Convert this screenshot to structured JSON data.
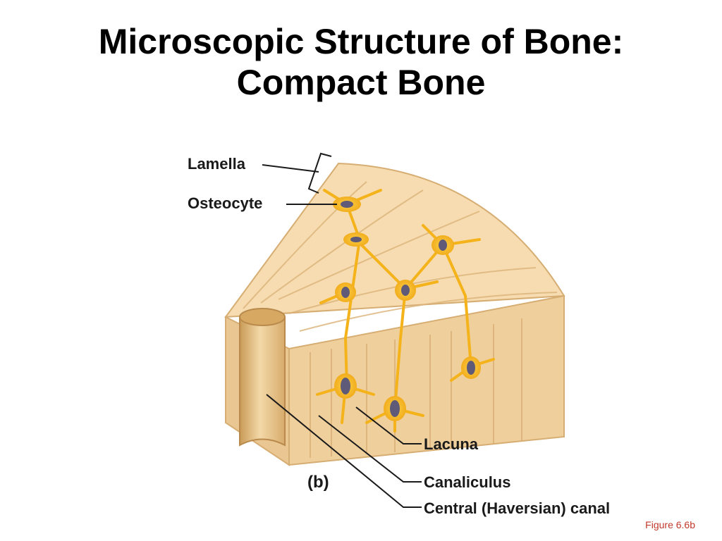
{
  "title": {
    "line1": "Microscopic Structure of Bone:",
    "line2": "Compact Bone"
  },
  "panel_label": "(b)",
  "labels": {
    "lamella": "Lamella",
    "osteocyte": "Osteocyte",
    "lacuna": "Lacuna",
    "canaliculus": "Canaliculus",
    "central_canal": "Central (Haversian) canal"
  },
  "figure_ref": "Figure 6.6b",
  "colors": {
    "bone_light": "#f6dcb0",
    "bone_mid": "#ecc68e",
    "bone_dark": "#d9a867",
    "osteocyte": "#f7b91c",
    "nucleus": "#5e5a78",
    "canal": "#c99a56"
  }
}
